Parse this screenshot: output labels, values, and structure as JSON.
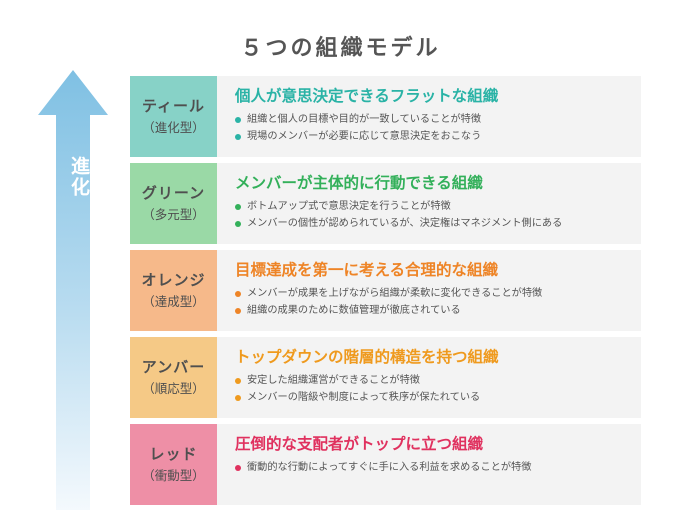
{
  "title": "５つの組織モデル",
  "arrow": {
    "label": "進化",
    "color_top": "#7fc0e3",
    "color_bottom": "#f4f9fd"
  },
  "rows": [
    {
      "name": "ティール",
      "type": "（進化型）",
      "heading": "個人が意思決定できるフラットな組織",
      "label_bg": "#87d2c7",
      "accent": "#2ab3a6",
      "bullets": [
        "組織と個人の目標や目的が一致していることが特徴",
        "現場のメンバーが必要に応じて意思決定をおこなう"
      ]
    },
    {
      "name": "グリーン",
      "type": "（多元型）",
      "heading": "メンバーが主体的に行動できる組織",
      "label_bg": "#9ad9a6",
      "accent": "#33b05a",
      "bullets": [
        "ボトムアップ式で意思決定を行うことが特徴",
        "メンバーの個性が認められているが、決定権はマネジメント側にある"
      ]
    },
    {
      "name": "オレンジ",
      "type": "（達成型）",
      "heading": "目標達成を第一に考える合理的な組織",
      "label_bg": "#f6b98a",
      "accent": "#ee8426",
      "bullets": [
        "メンバーが成果を上げながら組織が柔軟に変化できることが特徴",
        "組織の成果のために数値管理が徹底されている"
      ]
    },
    {
      "name": "アンバー",
      "type": "（順応型）",
      "heading": "トップダウンの階層的構造を持つ組織",
      "label_bg": "#f5c986",
      "accent": "#ef9a1e",
      "bullets": [
        "安定した組織運営ができることが特徴",
        "メンバーの階級や制度によって秩序が保たれている"
      ]
    },
    {
      "name": "レッド",
      "type": "（衝動型）",
      "heading": "圧倒的な支配者がトップに立つ組織",
      "label_bg": "#ee8fa6",
      "accent": "#e0315f",
      "bullets": [
        "衝動的な行動によってすぐに手に入る利益を求めることが特徴"
      ]
    }
  ]
}
